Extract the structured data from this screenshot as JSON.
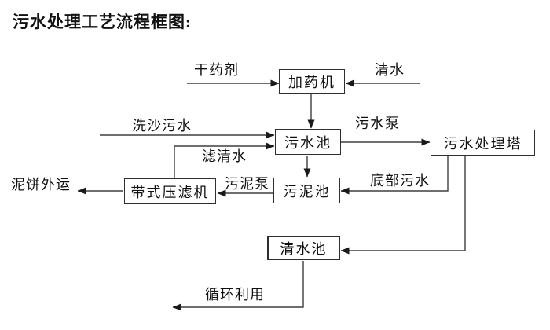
{
  "title": "污水处理工艺流程框图:",
  "colors": {
    "background": "#ffffff",
    "line": "#3f3f3f",
    "border": "#2f2f2f",
    "text": "#111111"
  },
  "nodes": {
    "doser": {
      "label": "加药机"
    },
    "sewage_pool": {
      "label": "污水池"
    },
    "treatment_tower": {
      "label": "污水处理塔"
    },
    "sludge_pool": {
      "label": "污泥池"
    },
    "belt_filter_press": {
      "label": "带式压滤机"
    },
    "clear_water_pool": {
      "label": "清水池"
    }
  },
  "flow_labels": {
    "dry_agent": "干药剂",
    "clear_water": "清水",
    "sand_washing_sewage": "洗沙污水",
    "sewage_pump": "污水泵",
    "filtered_water": "滤清水",
    "sludge_pump": "污泥泵",
    "bottom_sewage": "底部污水",
    "mud_cake_out": "泥饼外运",
    "recycle": "循环利用"
  }
}
